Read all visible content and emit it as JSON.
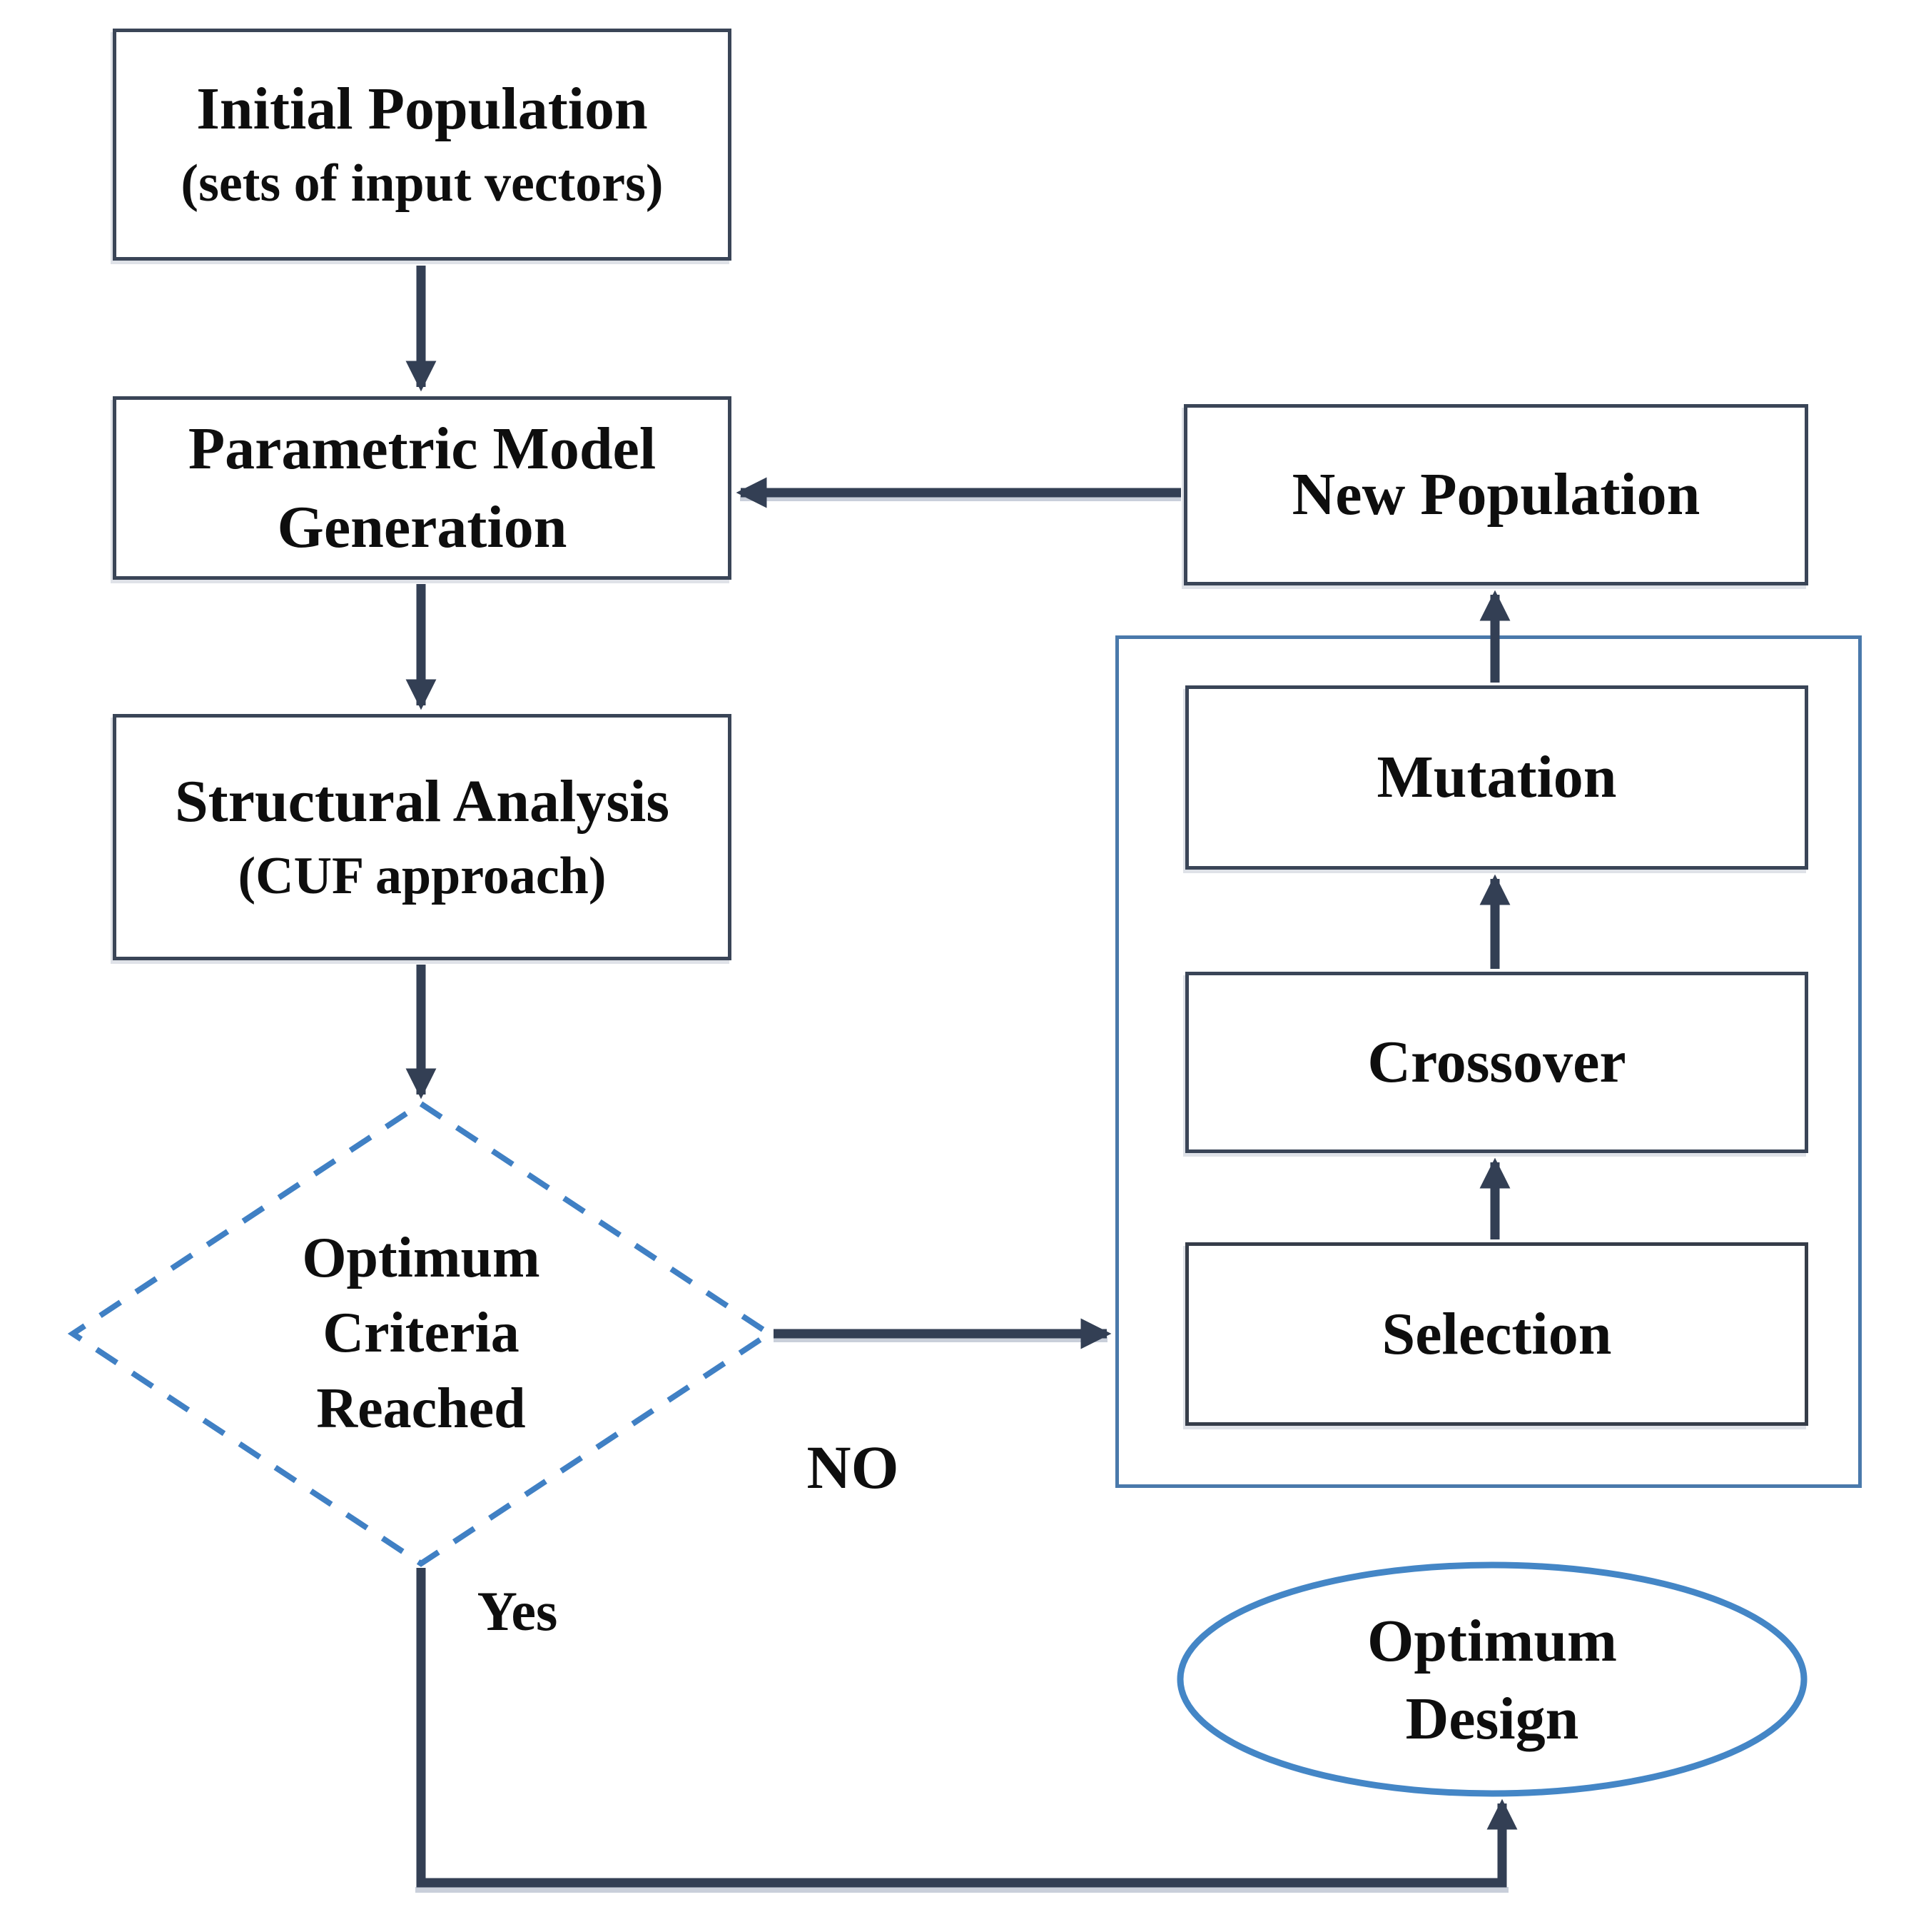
{
  "nodes": {
    "initial_population": {
      "line1": "Initial Population",
      "line2": "(sets of input vectors)"
    },
    "parametric_model": {
      "line1": "Parametric Model",
      "line2": "Generation"
    },
    "structural_analysis": {
      "line1": "Structural Analysis",
      "line2": "(CUF approach)"
    },
    "optimum_criteria": {
      "line1": "Optimum",
      "line2": "Criteria",
      "line3": "Reached"
    },
    "new_population": {
      "label": "New Population"
    },
    "mutation": {
      "label": "Mutation"
    },
    "crossover": {
      "label": "Crossover"
    },
    "selection": {
      "label": "Selection"
    },
    "optimum_design": {
      "line1": "Optimum",
      "line2": "Design"
    }
  },
  "edge_labels": {
    "no": "NO",
    "yes": "Yes"
  },
  "colors": {
    "box_border": "#3a4557",
    "selection_box_border": "#363d49",
    "ga_container_border": "#4a79ab",
    "decision_diamond_dash": "#4080c4",
    "terminal_ellipse": "#4486c6",
    "arrow": "#333f54",
    "text": "#0e0e0e",
    "background": "#ffffff"
  }
}
